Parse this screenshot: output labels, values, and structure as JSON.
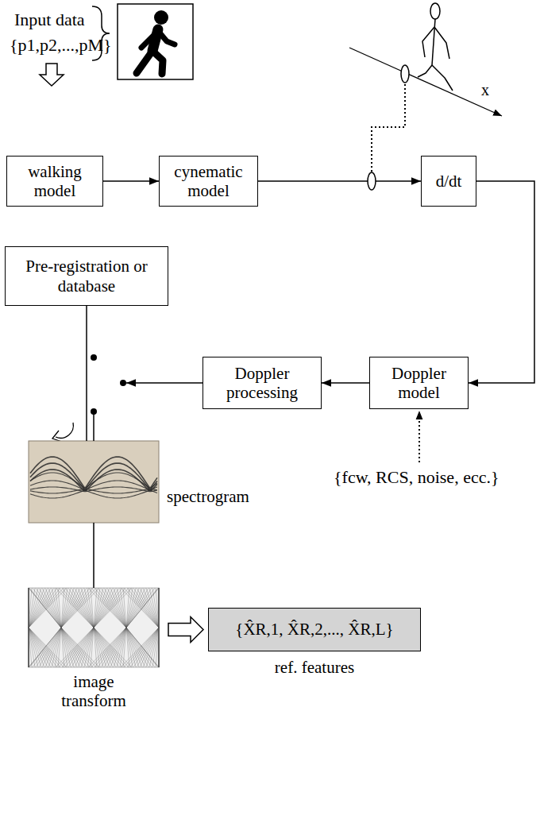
{
  "diagram": {
    "nodes": [
      {
        "text": [
          "walking model"
        ]
      },
      {
        "text": [
          "cynematic model"
        ]
      },
      {
        "text": [
          "d/dt"
        ]
      },
      {
        "text": [
          "Doppler model"
        ]
      },
      {
        "text": [
          "Doppler processing"
        ]
      },
      {
        "text": [
          "Pre-registration or database"
        ]
      },
      {
        "text": [
          "spectrogram"
        ]
      },
      {
        "text": [
          "image transform"
        ]
      },
      {
        "text": [
          "{X̂R,1, X̂R,2,..., X̂R,L}",
          "ref. features"
        ]
      }
    ],
    "edges": [
      {
        "from": 0,
        "to": 1,
        "arrow": "to"
      },
      {
        "from": 1,
        "to": 2,
        "arrow": "to"
      },
      {
        "from": 2,
        "to": 3,
        "arrow": "to"
      },
      {
        "from": 3,
        "to": 4,
        "arrow": "to"
      },
      {
        "from": 4,
        "to": 6,
        "arrow": "to"
      },
      {
        "from": 5,
        "to": 6,
        "arrow": "none"
      },
      {
        "from": 6,
        "to": 7,
        "arrow": "none"
      },
      {
        "from": 7,
        "to": 8,
        "arrow": "to"
      }
    ],
    "labels": [
      "Input data",
      "{p1,p2,...,pM}",
      "x",
      "{fcw, RCS, noise, ecc.}"
    ]
  }
}
